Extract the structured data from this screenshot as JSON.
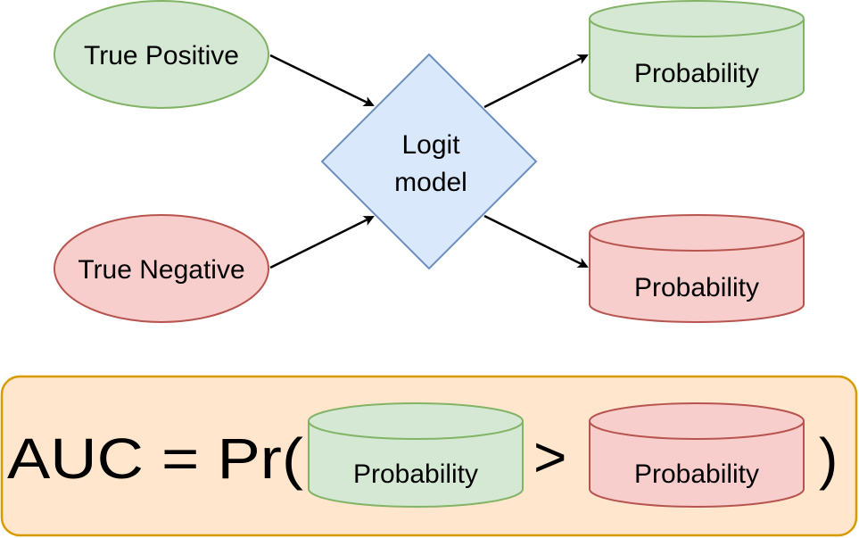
{
  "diagram": {
    "colors": {
      "green_fill": "#d5e8d4",
      "green_stroke": "#82b366",
      "red_fill": "#f8cecc",
      "red_stroke": "#b85450",
      "blue_fill": "#dae8fc",
      "blue_stroke": "#6c8ebf",
      "orange_fill": "#ffe6cc",
      "orange_stroke": "#d79b00"
    },
    "nodes": {
      "true_positive": "True Positive",
      "true_negative": "True Negative",
      "model_line1": "Logit",
      "model_line2": "model",
      "prob_positive": "Probability",
      "prob_negative": "Probability"
    },
    "edges": [
      {
        "from": "True Positive",
        "to": "Logit model"
      },
      {
        "from": "True Negative",
        "to": "Logit model"
      },
      {
        "from": "Logit model",
        "to": "Probability (positive)"
      },
      {
        "from": "Logit model",
        "to": "Probability (negative)"
      }
    ],
    "formula": {
      "lhs": "AUC = Pr(",
      "operator": ">",
      "close": ")",
      "prob_positive": "Probability",
      "prob_negative": "Probability"
    }
  }
}
